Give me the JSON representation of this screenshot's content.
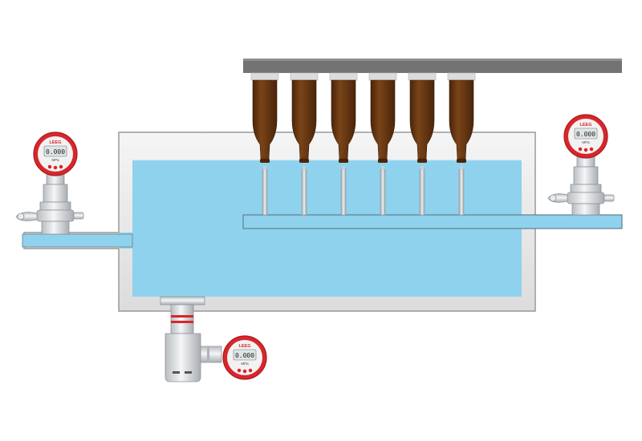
{
  "colors": {
    "water": "#8fd2ee",
    "water_edge": "#5fa8cc",
    "tank_wall": "#e6e6e6",
    "tank_outline": "#9a9a9a",
    "bar": "#737373",
    "bottle": "#6e3a12",
    "bottle_dark": "#4a250a",
    "bezel": "#d8262b",
    "lcd": "#eef2f2",
    "steel": "#cfd3d6",
    "steel_dark": "#8f9499"
  },
  "gauges": [
    {
      "id": "left",
      "brand": "LEEG",
      "value": "0.000",
      "unit": "MPa"
    },
    {
      "id": "right",
      "brand": "LEEG",
      "value": "0.000",
      "unit": "MPa"
    },
    {
      "id": "bottom",
      "brand": "LEEG",
      "value": "0.000",
      "unit": "MPa"
    }
  ],
  "bottles": {
    "count": 6,
    "icon": "bottle-icon"
  }
}
